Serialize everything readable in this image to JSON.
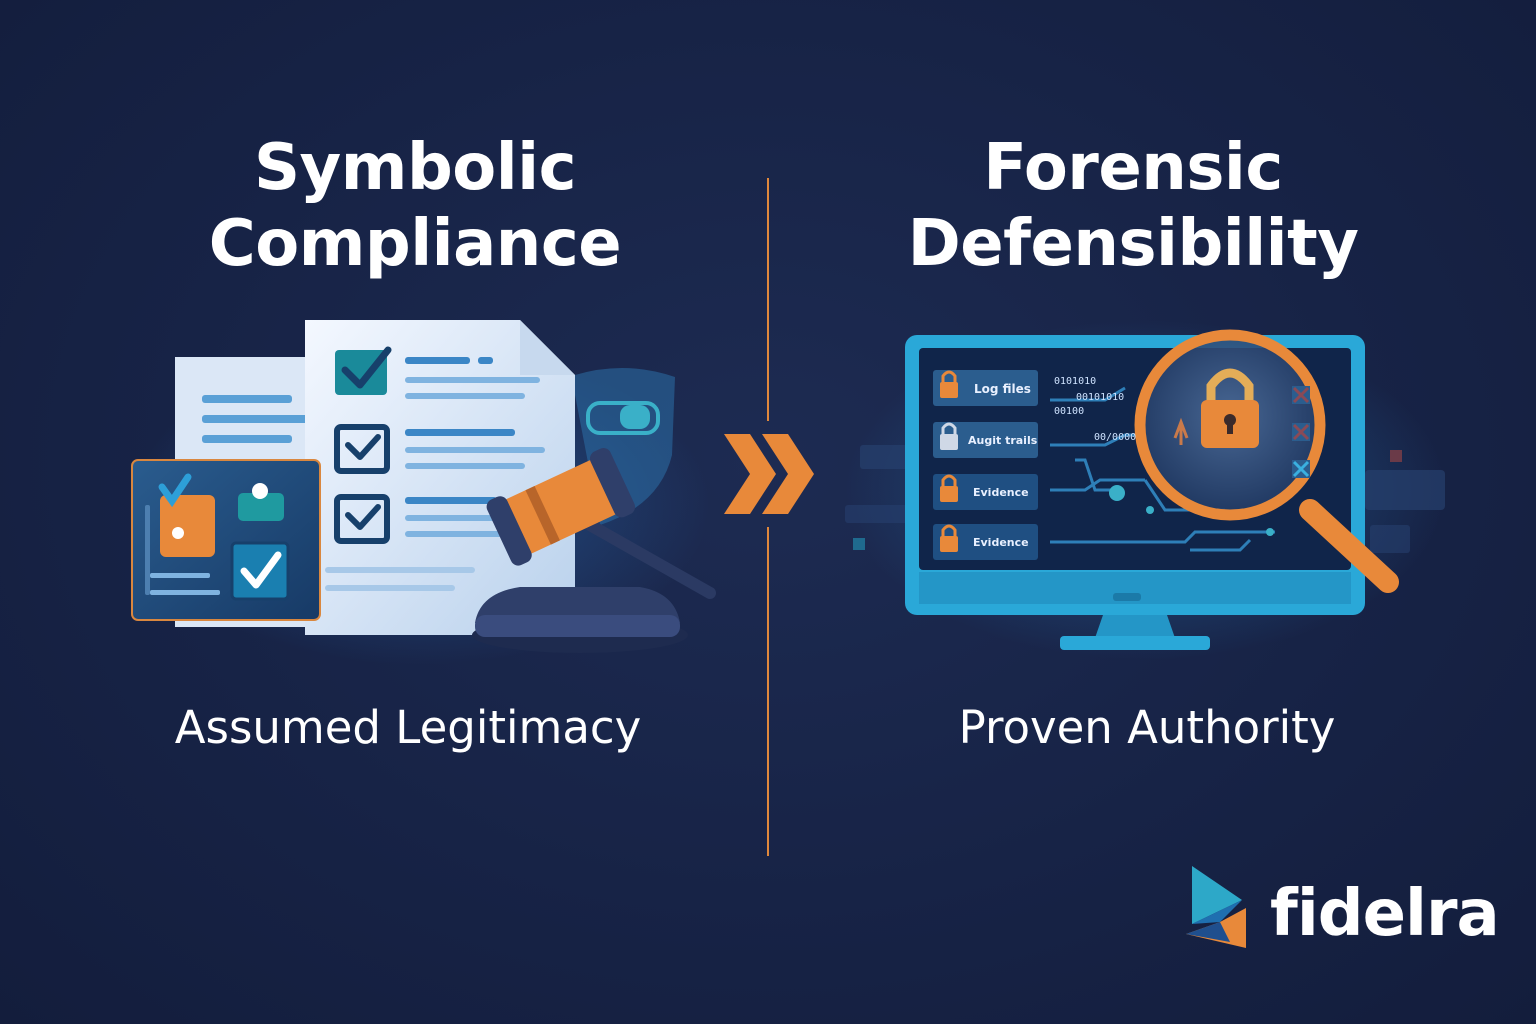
{
  "left": {
    "title_line1": "Symbolic",
    "title_line2": "Compliance",
    "subtitle": "Assumed Legitimacy"
  },
  "right": {
    "title_line1": "Forensic",
    "title_line2": "Defensibility",
    "subtitle": "Proven Authority",
    "monitor_rows": [
      "Log files",
      "Augit trails",
      "Evidence",
      "Evidence"
    ],
    "hex_codes": [
      "0101010",
      "00101010",
      "00100",
      "00/0000"
    ]
  },
  "brand": {
    "name": "fidelra"
  },
  "colors": {
    "background": "#172346",
    "accent_orange": "#e8893a",
    "accent_blue": "#2d9fd8",
    "teal": "#1f9aa0"
  },
  "icons": [
    "checklist-document-icon",
    "gavel-icon",
    "shield-icon",
    "chevron-right-icon",
    "monitor-icon",
    "magnifier-icon",
    "padlock-icon",
    "fidelra-logo-icon"
  ]
}
